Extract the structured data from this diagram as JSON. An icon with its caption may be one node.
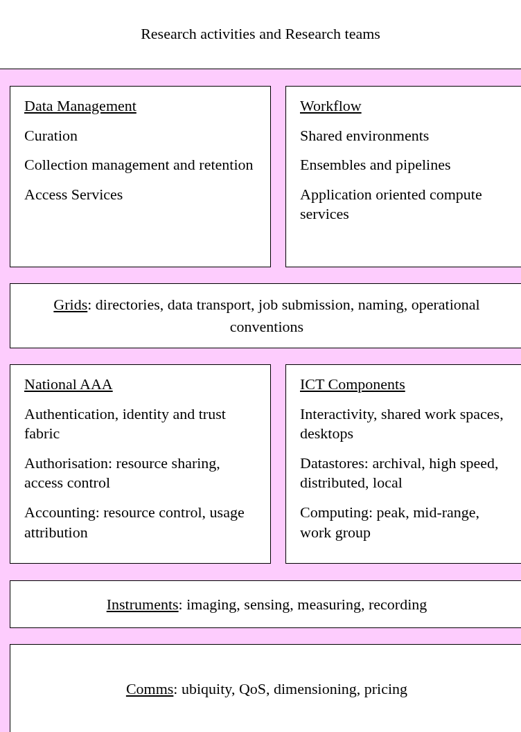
{
  "diagram": {
    "nodes": [
      {
        "text": [
          "Research activities and Research teams"
        ]
      },
      {
        "text": [
          "Data Management",
          "Curation",
          "Collection management and retention",
          "Access Services"
        ]
      },
      {
        "text": [
          "Workflow",
          "Shared environments",
          "Ensembles and pipelines",
          "Application oriented compute services"
        ]
      },
      {
        "text": [
          "Grids: directories, data transport, job submission, naming, operational conventions"
        ]
      },
      {
        "text": [
          "National AAA",
          "Authentication, identity and trust fabric",
          "Authorisation: resource sharing, access control",
          "Accounting: resource control, usage attribution"
        ]
      },
      {
        "text": [
          "ICT Components",
          "Interactivity, shared work spaces, desktops",
          "Datastores: archival, high speed, distributed, local",
          "Computing: peak, mid-range, work group"
        ]
      },
      {
        "text": [
          "Instruments: imaging, sensing, measuring, recording"
        ]
      },
      {
        "text": [
          "Comms: ubiquity, QoS, dimensioning, pricing"
        ]
      }
    ],
    "edges": []
  }
}
